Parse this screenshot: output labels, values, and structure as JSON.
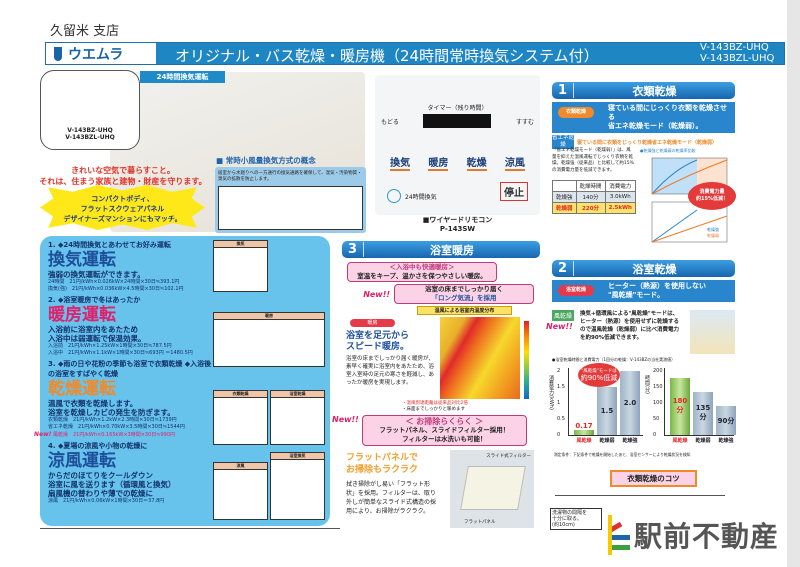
{
  "branch": "久留米 支店",
  "header": {
    "brand": "ウエムラ",
    "title": "オリジナル・バス乾燥・暖房機（24時間常時換気システム付）",
    "models": [
      "V-143BZ-UHQ",
      "V-143BZL-UHQ"
    ]
  },
  "top": {
    "ventilation_tag": "24時間換気運転",
    "unit_models": [
      "V-143BZ-UHQ",
      "V-143BZL-UHQ"
    ],
    "slogan": [
      "きれいな空気で暮らすこと。",
      "それは、住まう家族と建物・財産を守ります。"
    ],
    "burst": [
      "コンパクトボディ、",
      "フラットスクウェアパネル",
      "デザイナーズマンションにもマッチ。"
    ],
    "concept_title": "■ 常時小風量換気方式の概念",
    "concept_text": "居室から水廻りへの一方通行の換気通路を確保して、湿気・汚染物質・臭気の拡散を防止します。"
  },
  "remote": {
    "timer": "タイマー（残り時間）",
    "back": "もどる",
    "forward": "すすむ",
    "buttons": [
      "換気",
      "暖房",
      "乾燥",
      "涼風"
    ],
    "stop": "停止",
    "mode24": "24時間換気",
    "caption": "■ワイヤードリモコン",
    "model": "P-143SW"
  },
  "modes": [
    {
      "heading": "1. ◆24時間換気とあわせてお好み運転",
      "name": "換気運転",
      "color": "#1d4f9a",
      "desc": [
        "強弱の換気運転ができます。"
      ],
      "calcs": [
        "24時間　21円/kWh×0.026kW×24時間×30日≒393.1円",
        "換気(強)　21円/kWh×0.036kW×4.5時間×30日≒102.1円"
      ]
    },
    {
      "heading": "2. ◆浴室暖房で冬はあったか",
      "name": "暖房運転",
      "color": "#e0206a",
      "desc": [
        "入浴前に浴室内をあたため",
        "入浴中は弱運転で保温効果。"
      ],
      "calcs": [
        "入浴前　21円/kWh×1.25kW×1時間×30日≒787.5円",
        "入浴中　21円/kWh×1.1kW×1時間×30日≒693円 ＝1480.5円"
      ]
    },
    {
      "heading": "3. ◆雨の日や花粉の季節も浴室で衣類乾燥 ◆入浴後の浴室をすばやく乾燥",
      "name": "乾燥運転",
      "color": "#f08a2a",
      "desc": [
        "温風で衣類を乾燥します。",
        "浴室を乾燥しカビの発生を防ぎます。"
      ],
      "calcs": [
        "衣類乾燥　21円/kWh×1.2kW×2.3時間×30日≒1739円",
        "省エネ乾燥　21円/kWh×0.70kW×3.5時間×30日≒1544円"
      ],
      "new_calc": "風乾燥　21円/kWh×0.165kW×3時間×30日≒990円",
      "new_label": "New!"
    },
    {
      "heading": "4. ◆夏場の涼風や小物の乾燥に",
      "name": "涼風運転",
      "color": "#1d4f9a",
      "desc": [
        "からだのほてりをクールダウン",
        "浴室に風を送ります（循環風と換気）",
        "扇風機の替わりや薄での乾燥に"
      ],
      "calcs": [
        "涼風　21円/kWh×0.06kW×1時間×30日＝37.8円"
      ]
    }
  ],
  "mode_pics": [
    "換気",
    "暖房",
    "衣類乾燥",
    "浴室乾燥",
    "涼風",
    "浴室換気"
  ],
  "sec3": {
    "num": "3",
    "title": "浴室暖房",
    "box1": [
      "＜入浴中も快適暖房＞",
      "室温をキープ、温かさを保つやさしい暖房。"
    ],
    "new": "New!!",
    "box2": [
      "浴室の床までしっかり届く",
      "「ロング気流」を採用"
    ],
    "heat_title": "温風による浴室内温度分布",
    "pill": "暖房",
    "head": [
      "浴室を足元から",
      "スピード暖房。"
    ],
    "body": "浴室の床までしっかり届く暖房が、素早く確実に浴室内をあたため、浴室入室時の足元の寒さを軽減し、あったか暖房を実現します。",
    "bullets": [
      "・温風到達距離は従来品対比2倍",
      "・床面までしっかりと暖めます"
    ],
    "clean": [
      "＜ お掃除らくらく ＞",
      "フラットパネル、スライドフィルター採用！",
      "フィルターは水洗いも可能！"
    ],
    "flat_head": [
      "フラットパネルで",
      "お掃除もラクラク"
    ],
    "flat_body": "拭き掃除がし易い「フラット形状」を採用。フィルターは、取り外しが簡単なスライド式構造の採用により、お掃除がラクラク。",
    "filter_label": "スライド式フィルター",
    "panel_label": "フラットパネル"
  },
  "sec1": {
    "num": "1",
    "title": "衣類乾燥",
    "pill": "衣類乾燥",
    "sub": [
      "寝ている間にじっくり衣類を乾燥させる",
      "省エネ乾燥モード（乾燥弱）。"
    ],
    "eco_badge": "省エネ乾燥",
    "eco_head": "寝ている間に衣類をじっくり乾燥省エネ乾燥モード（乾燥弱）",
    "body": "「省エネ乾燥モード（乾燥弱）」は、風量を抑えた温風運転でじっくり衣類を乾燥。乾燥強（従来品）と比較して約15%の消費電力量を低減できます。",
    "table": {
      "headers": [
        "",
        "乾燥時間",
        "消費電力"
      ],
      "rows": [
        [
          "乾燥強",
          "140分",
          "3.0kWh"
        ],
        [
          "乾燥弱",
          "220分",
          "2.5kWh"
        ]
      ]
    },
    "callout": [
      "消費電力量",
      "約15%低減！"
    ],
    "legend": [
      "乾燥強",
      "乾燥弱"
    ],
    "chart_title": "●乾燥強と乾燥弱の乾燥率比較"
  },
  "sec2": {
    "num": "2",
    "title": "浴室乾燥",
    "pill": "浴室乾燥",
    "sub": [
      "ヒーター（熱源）を使用しない",
      "\"風乾燥\"モード。"
    ],
    "badge": "風乾燥",
    "new": "New!!",
    "body": "換気+循環風による\"風乾燥\"モードは、ヒーター（熱源）を使用せずに乾燥するので温風乾燥（乾燥弱）に比べ消費電力を約90%低減できます。",
    "chart_title": "●浴室乾燥時間と消費電力（1回分の乾燥：V-143BZの当社実測値）",
    "callout": [
      "\"風乾燥\"モードは",
      "約90%低減"
    ],
    "power": {
      "ylabel": "消費電力(kWh)",
      "ticks": [
        0,
        0.5,
        1,
        1.5,
        2
      ],
      "values": [
        0.17,
        1.5,
        2.0
      ],
      "labels": [
        "0.17",
        "1.5",
        "2.0"
      ]
    },
    "time": {
      "ylabel": "時間(分)",
      "ticks": [
        0,
        50,
        100,
        150,
        200
      ],
      "values": [
        180,
        135,
        90
      ],
      "labels": [
        "180分",
        "135分",
        "90分"
      ]
    },
    "categories": [
      "風乾燥",
      "乾燥弱",
      "乾燥強"
    ],
    "note": "測定条件：下記条件で乾燥を開始したあと、浴室センサーにより乾燥状況を検知"
  },
  "tips": {
    "title": "衣類乾燥のコツ",
    "note": [
      "洗濯物の間隔を",
      "十分に取る。",
      "(約10cm)"
    ]
  },
  "footer": {
    "company": "駅前不動産"
  }
}
